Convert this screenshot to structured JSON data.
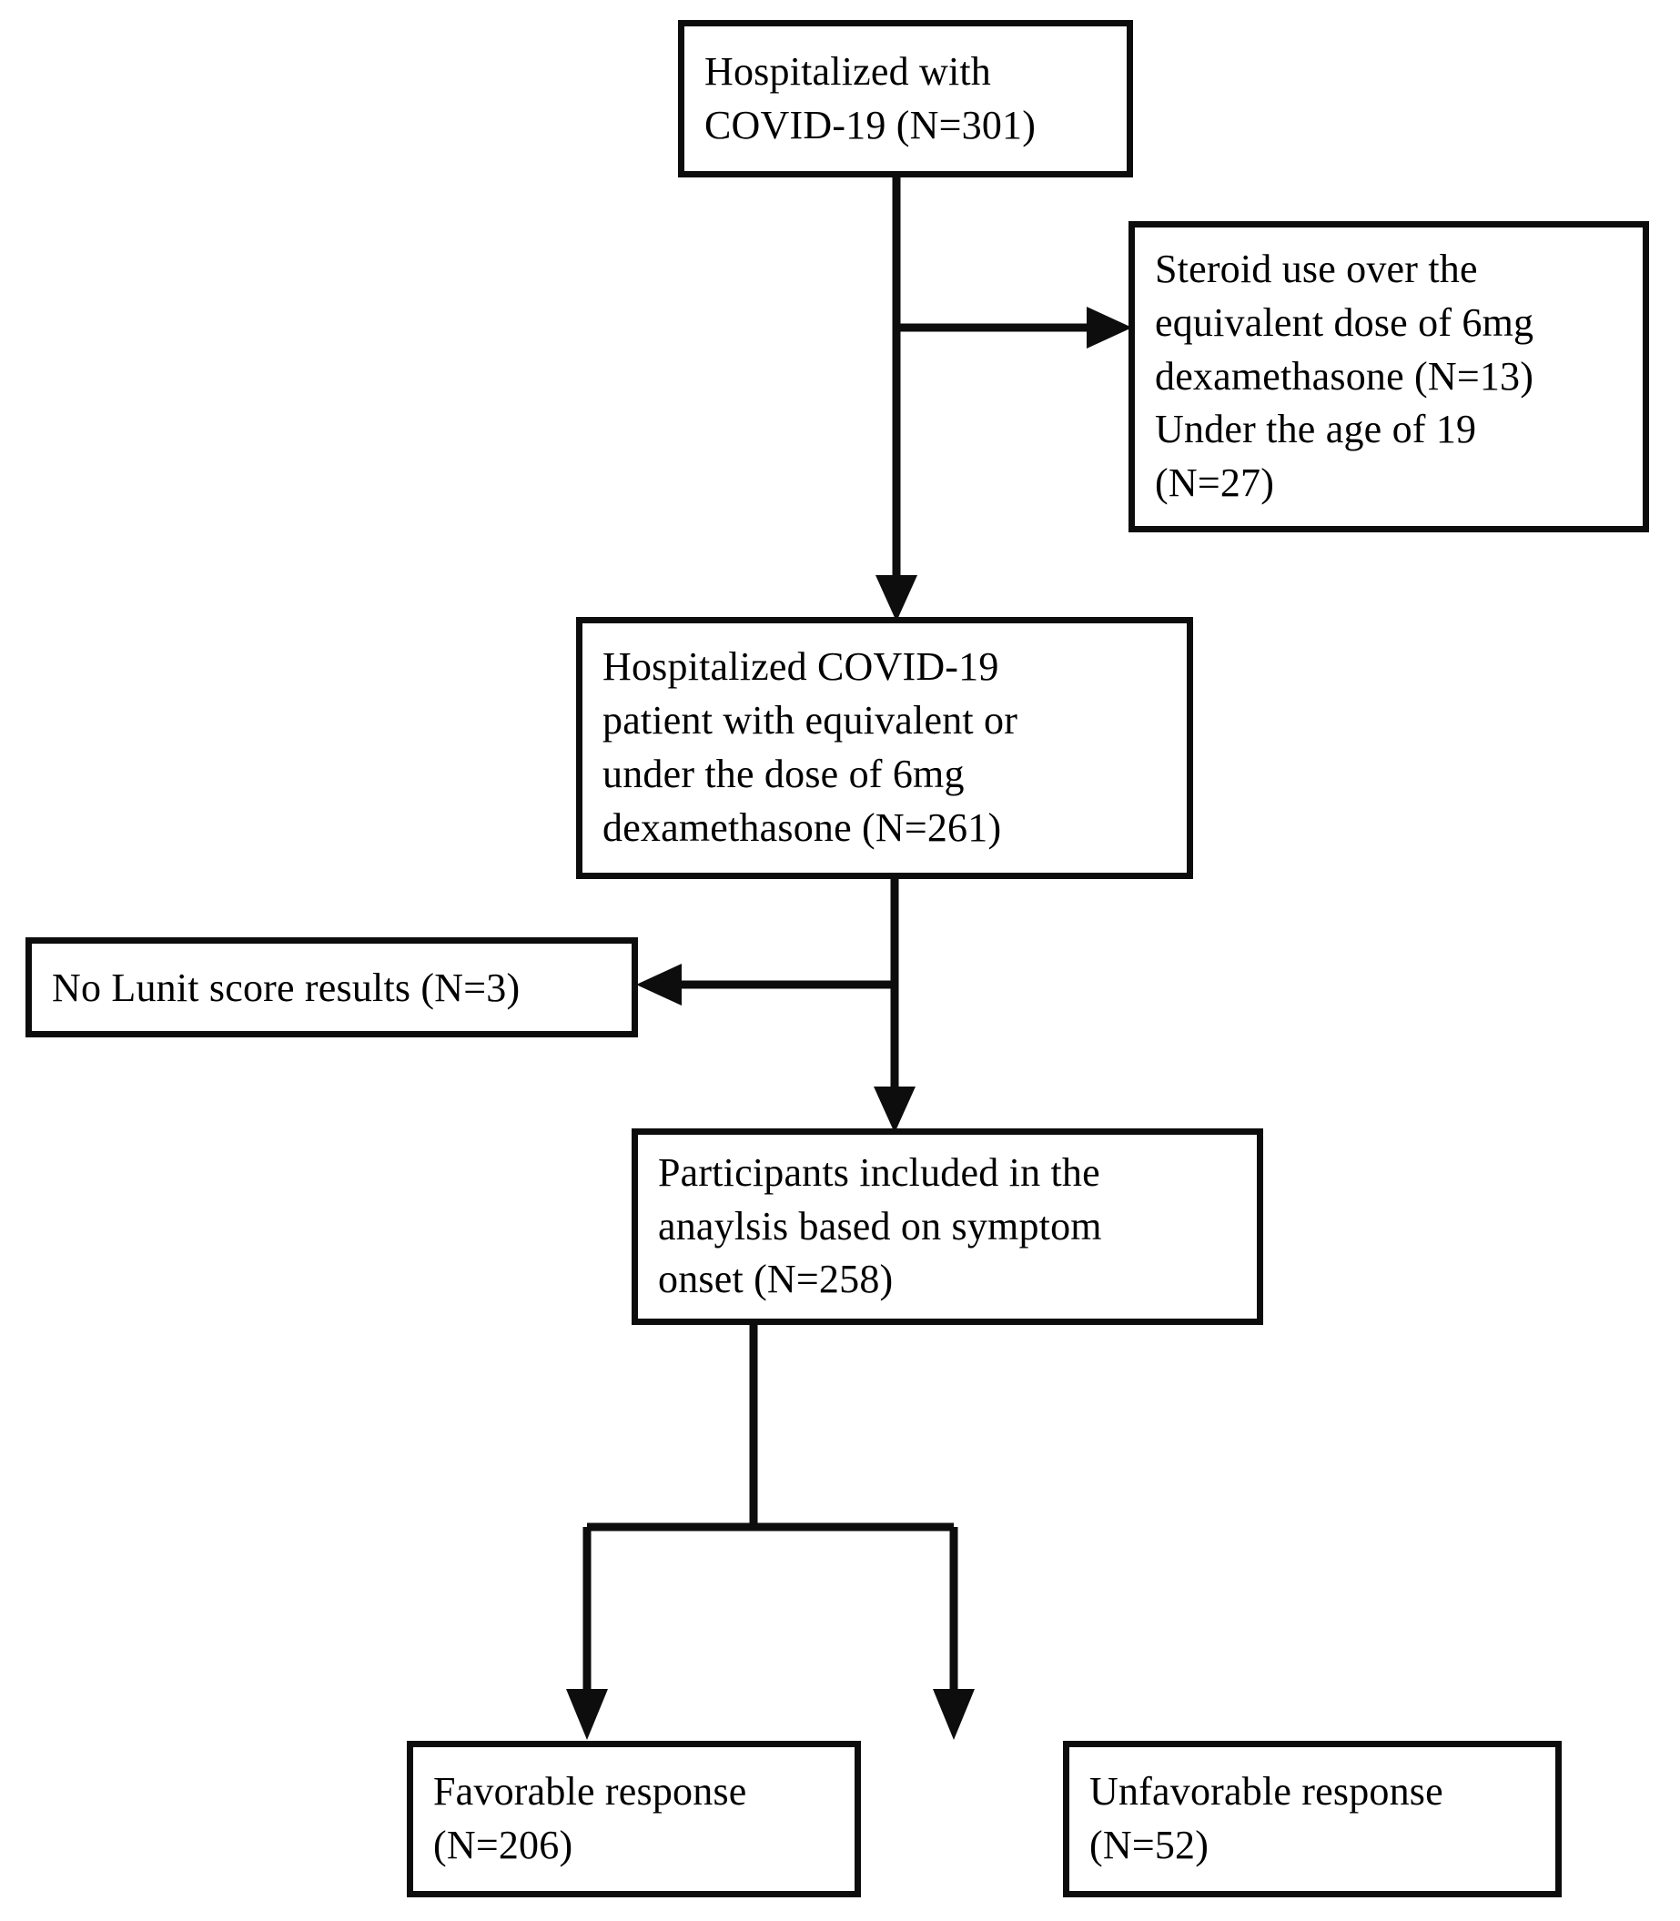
{
  "diagram": {
    "title": "COVID-19 study participant flow diagram",
    "type": "flowchart",
    "stroke_color": "#0d0d0d",
    "background_color": "#ffffff"
  },
  "nodes": {
    "top": {
      "id": "hospitalized-covid19",
      "text": "Hospitalized with\nCOVID-19 (N=301)",
      "count_label": "N=301",
      "count": 301
    },
    "excluded_1": {
      "id": "excluded-steroid-and-age",
      "text": "Steroid use over the\nequivalent dose of 6mg\ndexamethasone (N=13)\nUnder the age of 19\n(N=27)",
      "reasons": [
        {
          "label": "Steroid use over the equivalent dose of 6mg dexamethasone",
          "count_label": "N=13",
          "count": 13
        },
        {
          "label": "Under the age of 19",
          "count_label": "N=27",
          "count": 27
        }
      ]
    },
    "eligible": {
      "id": "eligible-dose-under-6mg",
      "text": "Hospitalized COVID-19\npatient with equivalent  or\nunder the dose of 6mg\ndexamethasone (N=261)",
      "count_label": "N=261",
      "count": 261
    },
    "excluded_2": {
      "id": "excluded-no-lunit-score",
      "text": "No Lunit score results (N=3)",
      "count_label": "N=3",
      "count": 3
    },
    "included": {
      "id": "participants-included",
      "text": "Participants included in the\nanaylsis based on symptom\nonset (N=258)",
      "count_label": "N=258",
      "count": 258
    },
    "favorable": {
      "id": "favorable-response",
      "text": "Favorable response\n(N=206)",
      "count_label": "N=206",
      "count": 206
    },
    "unfavorable": {
      "id": "unfavorable-response",
      "text": "Unfavorable response\n(N=52)",
      "count_label": "N=52",
      "count": 52
    }
  },
  "connectors": [
    {
      "name": "top-to-eligible",
      "from": "top",
      "to": "eligible",
      "arrow": "down"
    },
    {
      "name": "top-to-excluded-1",
      "from": "top",
      "to": "excluded_1",
      "arrow": "right"
    },
    {
      "name": "eligible-to-included",
      "from": "eligible",
      "to": "included",
      "arrow": "down"
    },
    {
      "name": "eligible-to-excluded-2",
      "from": "eligible",
      "to": "excluded_2",
      "arrow": "left"
    },
    {
      "name": "included-to-favorable",
      "from": "included",
      "to": "favorable",
      "arrow": "down"
    },
    {
      "name": "included-to-unfavorable",
      "from": "included",
      "to": "unfavorable",
      "arrow": "down"
    }
  ]
}
